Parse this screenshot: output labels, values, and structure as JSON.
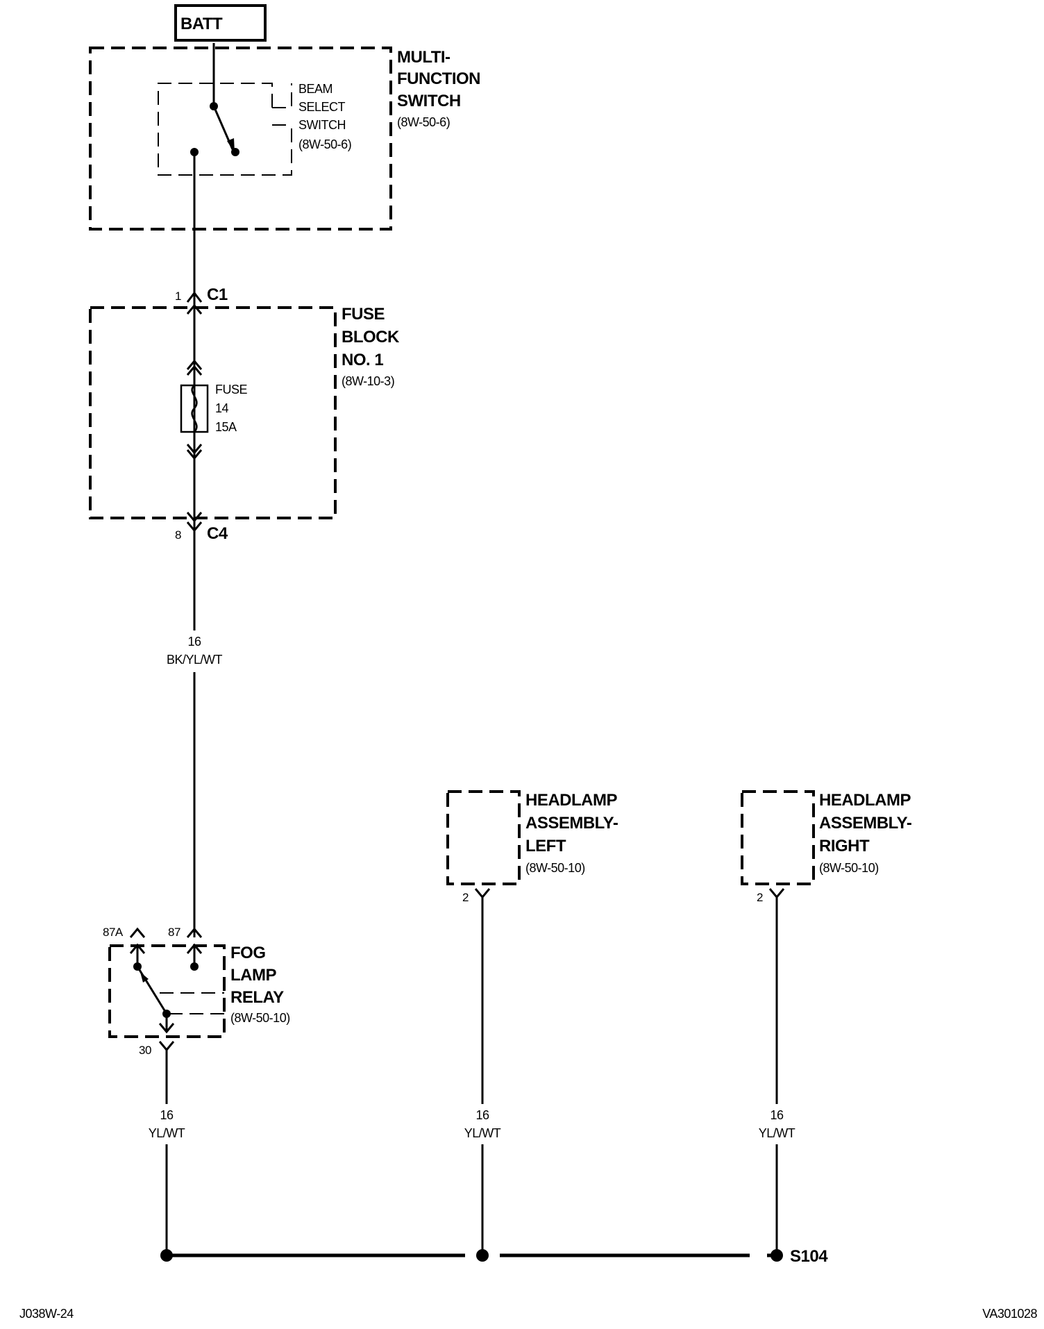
{
  "components": {
    "batt": {
      "label": "BATT"
    },
    "multifunction_switch": {
      "label": [
        "MULTI-",
        "FUNCTION",
        "SWITCH"
      ],
      "ref": "(8W-50-6)"
    },
    "beam_select_switch": {
      "label": [
        "BEAM",
        "SELECT",
        "SWITCH"
      ],
      "ref": "(8W-50-6)"
    },
    "fuse_block": {
      "label": [
        "FUSE",
        "BLOCK",
        "NO. 1"
      ],
      "ref": "(8W-10-3)"
    },
    "fuse": {
      "label": [
        "FUSE",
        "14",
        "15A"
      ]
    },
    "fog_lamp_relay": {
      "label": [
        "FOG",
        "LAMP",
        "RELAY"
      ],
      "ref": "(8W-50-10)"
    },
    "headlamp_left": {
      "label": [
        "HEADLAMP",
        "ASSEMBLY-",
        "LEFT"
      ],
      "ref": "(8W-50-10)"
    },
    "headlamp_right": {
      "label": [
        "HEADLAMP",
        "ASSEMBLY-",
        "RIGHT"
      ],
      "ref": "(8W-50-10)"
    }
  },
  "connectors": {
    "c1": {
      "name": "C1",
      "pin": "1"
    },
    "c4": {
      "name": "C4",
      "pin": "8"
    },
    "relay_87a": "87A",
    "relay_87": "87",
    "relay_30": "30",
    "headlamp_left_pin": "2",
    "headlamp_right_pin": "2"
  },
  "wires": {
    "main": {
      "gauge": "16",
      "color": "BK/YL/WT"
    },
    "relay_out": {
      "gauge": "16",
      "color": "YL/WT"
    },
    "left_out": {
      "gauge": "16",
      "color": "YL/WT"
    },
    "right_out": {
      "gauge": "16",
      "color": "YL/WT"
    }
  },
  "splice": "S104",
  "footer": {
    "left": "J038W-24",
    "right": "VA301028"
  }
}
